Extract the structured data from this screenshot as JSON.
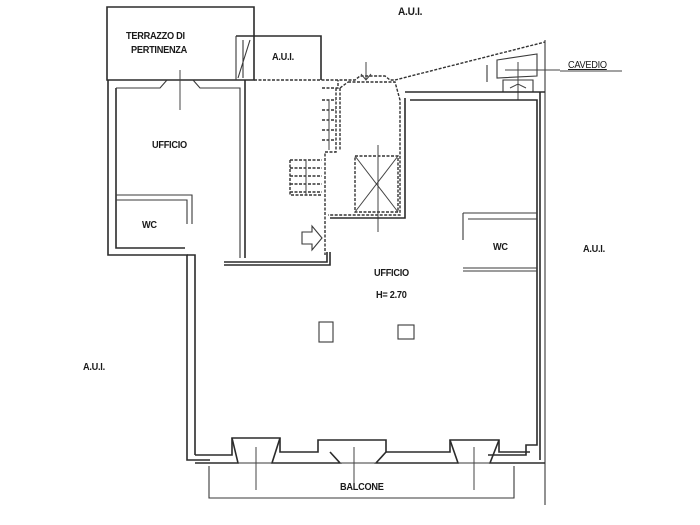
{
  "diagram": {
    "type": "architectural-floor-plan",
    "labels": {
      "aui_top": "A.U.I.",
      "terrazzo_line1": "TERRAZZO DI",
      "terrazzo_line2": "PERTINENZA",
      "aui_small": "A.U.I.",
      "cavedio": "CAVEDIO",
      "ufficio_small": "UFFICIO",
      "wc_left": "WC",
      "wc_right": "WC",
      "aui_right": "A.U.I.",
      "ufficio_main": "UFFICIO",
      "height": "H= 2.70",
      "aui_left": "A.U.I.",
      "balcone": "BALCONE"
    },
    "colors": {
      "line": "#2b2b2b",
      "background": "#ffffff"
    }
  }
}
